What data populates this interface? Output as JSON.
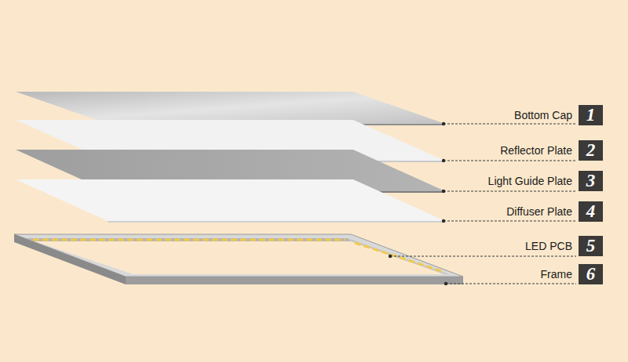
{
  "diagram": {
    "nodes": [
      {
        "text": [
          "1"
        ]
      },
      {
        "text": [
          "2"
        ]
      },
      {
        "text": [
          "3"
        ]
      },
      {
        "text": [
          "4"
        ]
      },
      {
        "text": [
          "5"
        ]
      },
      {
        "text": [
          "6"
        ]
      }
    ],
    "labels": [
      "Bottom Cap",
      "Reflector Plate",
      "Light Guide Plate",
      "Diffuser Plate",
      "LED PCB",
      "Frame"
    ]
  }
}
